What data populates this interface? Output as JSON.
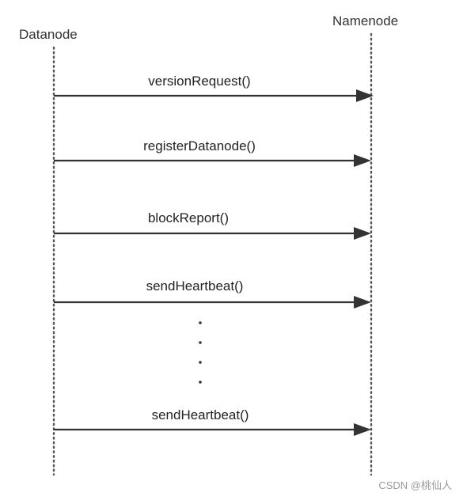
{
  "participants": {
    "left": "Datanode",
    "right": "Namenode"
  },
  "messages": [
    {
      "label": "versionRequest()"
    },
    {
      "label": "registerDatanode()"
    },
    {
      "label": "blockReport()"
    },
    {
      "label": "sendHeartbeat()"
    },
    {
      "label": "sendHeartbeat()"
    }
  ],
  "ellipsis_dots": 4,
  "watermark": "CSDN @桃仙人"
}
